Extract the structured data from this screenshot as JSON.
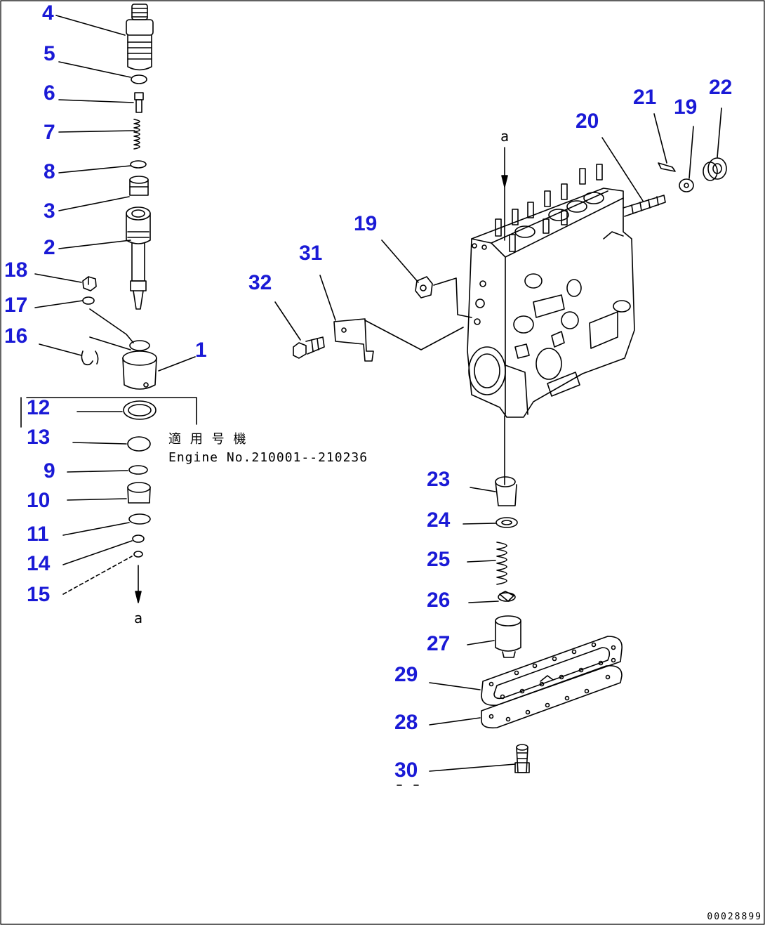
{
  "colors": {
    "callout": "#1a1ad6",
    "line": "#000000",
    "background": "#ffffff"
  },
  "callouts": [
    "4",
    "5",
    "6",
    "7",
    "8",
    "3",
    "2",
    "18",
    "17",
    "16",
    "1",
    "12",
    "13",
    "9",
    "10",
    "11",
    "14",
    "15",
    "19",
    "31",
    "32",
    "20",
    "21",
    "19",
    "22",
    "23",
    "24",
    "25",
    "26",
    "27",
    "29",
    "28",
    "30"
  ],
  "note": {
    "line1": "適 用 号 機",
    "line2": "Engine No.210001--210236"
  },
  "ref_letter_top": "a",
  "ref_letter_bottom": "a",
  "drawing_id": "00028899"
}
